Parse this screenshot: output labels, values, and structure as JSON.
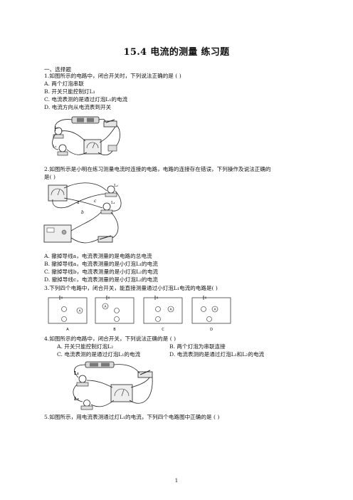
{
  "title": "15.4 电流的测量   练习题",
  "section": "一、选择题",
  "q1": {
    "stem": "1.如图所示的电路中，闭合开关时，下列说法正确的是 (     )",
    "options": [
      "A. 两个灯泡串联",
      "B. 开关只能控制灯L₁",
      "C. 电流表测的是通过灯泡L₁的电流",
      "D. 电流方向从电流表到开关"
    ],
    "fig_labels": [
      "L₁",
      "L₂"
    ]
  },
  "q2": {
    "stem1": "2.如图所示是小明在练习测量电流时连接的电路，电路的连接存在错误，下列操作及说法正确的",
    "stem2": "是(      )",
    "options": [
      "A. 撤掉导线a，电流表测量的是电路的总电流",
      "B. 撤掉导线a，电流表测量的是小灯泡L₁的电流",
      "C. 撤掉导线b，电流表测量的是小灯泡L₂的电流",
      "D. 撤掉导线c，电流表测量的是小灯泡L₂的电流"
    ],
    "fig_labels": [
      "L₁",
      "L₂",
      "a",
      "b",
      "c"
    ]
  },
  "q3": {
    "stem": "3.下列四个电路中，闭合开关，能直接测量通过小灯泡L₁电流的电路是(     )",
    "panels": [
      "A",
      "B",
      "C",
      "D"
    ]
  },
  "q4": {
    "stem": "4.如图所示的电路中，闭合开关，下列说法正确的是 (     )",
    "optA": "A. 开关只能控制灯泡L₂",
    "optB": "B. 两个灯泡为串联连接",
    "optC": "C. 电流表测的是通过灯泡L₁的电流",
    "optD": "D. 电流表测的是通过灯泡L₁和L₂的电流",
    "fig_labels": [
      "L₁",
      "L₂"
    ]
  },
  "q5": {
    "stem": "5.如图所示，用电流表测通过灯L₁的电流，下列四个电路图中正确的是 (     )"
  },
  "page_number": "1"
}
